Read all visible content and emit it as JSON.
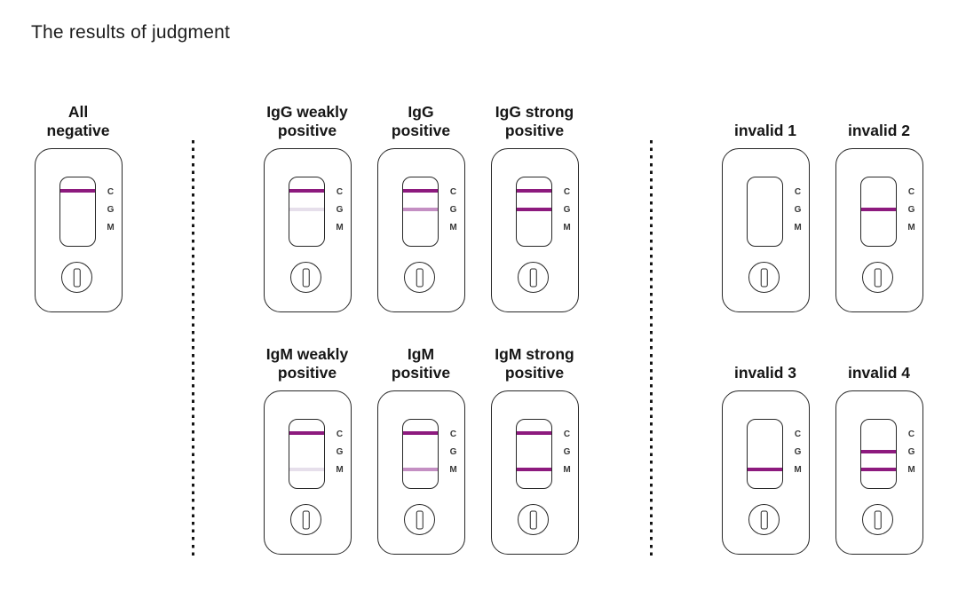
{
  "title": "The results of judgment",
  "markers": [
    "C",
    "G",
    "M"
  ],
  "colors": {
    "line_strong": "#8d1a7e",
    "line_medium": "#c48fc3",
    "line_faint": "#e6dfeb"
  },
  "cassettes": [
    {
      "label": "All\nnegative",
      "lines": {
        "C": "strong",
        "G": "none",
        "M": "none"
      }
    },
    {
      "label": "IgG weakly\npositive",
      "lines": {
        "C": "strong",
        "G": "faint",
        "M": "none"
      }
    },
    {
      "label": "IgG\npositive",
      "lines": {
        "C": "strong",
        "G": "medium",
        "M": "none"
      }
    },
    {
      "label": "IgG strong\npositive",
      "lines": {
        "C": "strong",
        "G": "strong",
        "M": "none"
      }
    },
    {
      "label": "invalid 1",
      "lines": {
        "C": "none",
        "G": "none",
        "M": "none"
      }
    },
    {
      "label": "invalid 2",
      "lines": {
        "C": "none",
        "G": "strong",
        "M": "none"
      }
    },
    {
      "label": "IgM weakly\npositive",
      "lines": {
        "C": "strong",
        "G": "none",
        "M": "faint"
      }
    },
    {
      "label": "IgM\npositive",
      "lines": {
        "C": "strong",
        "G": "none",
        "M": "medium"
      }
    },
    {
      "label": "IgM strong\npositive",
      "lines": {
        "C": "strong",
        "G": "none",
        "M": "strong"
      }
    },
    {
      "label": "invalid 3",
      "lines": {
        "C": "none",
        "G": "none",
        "M": "strong"
      }
    },
    {
      "label": "invalid 4",
      "lines": {
        "C": "none",
        "G": "strong",
        "M": "strong"
      }
    }
  ]
}
